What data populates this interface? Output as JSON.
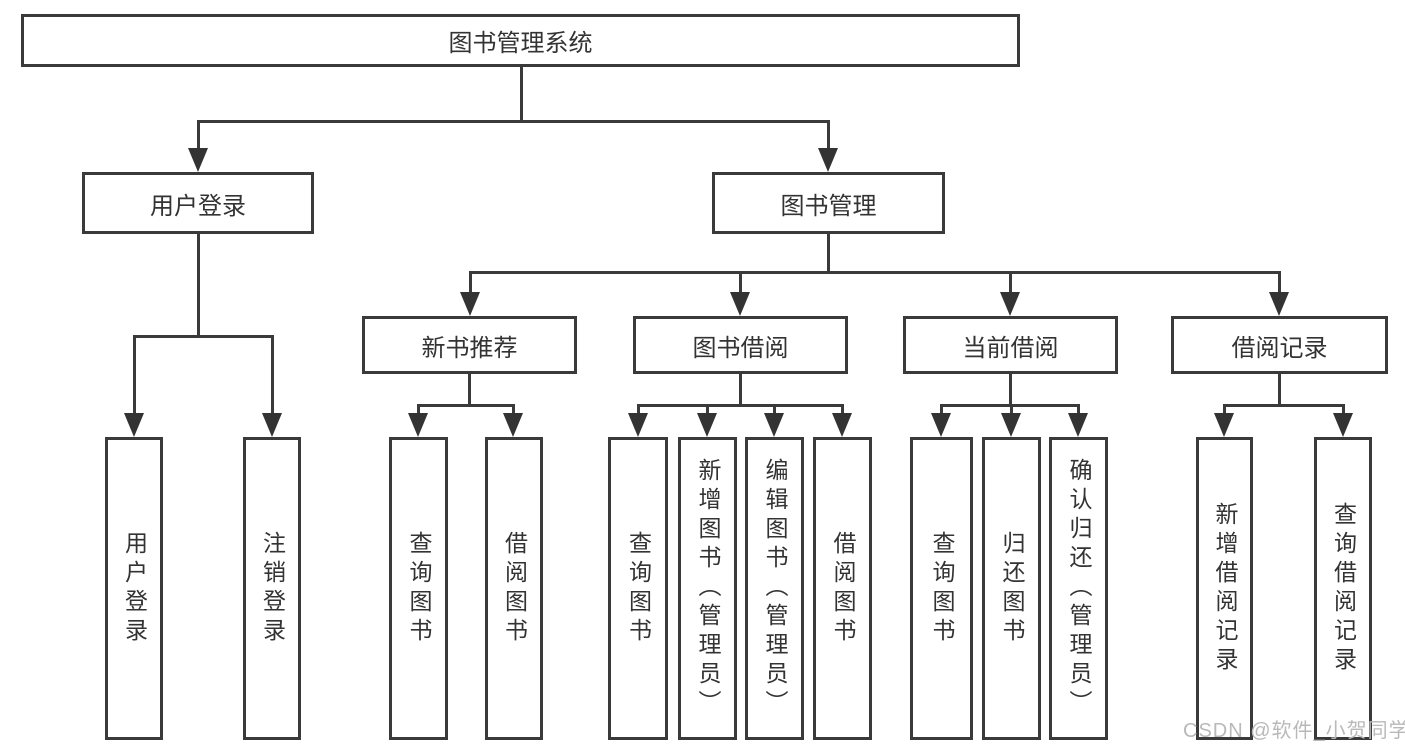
{
  "diagram": {
    "type": "tree",
    "root": {
      "label": "图书管理系统"
    },
    "branches": [
      {
        "label": "用户登录",
        "children": [
          {
            "label": "用户登录"
          },
          {
            "label": "注销登录"
          }
        ]
      },
      {
        "label": "图书管理",
        "children": [
          {
            "label": "新书推荐",
            "children": [
              {
                "label": "查询图书"
              },
              {
                "label": "借阅图书"
              }
            ]
          },
          {
            "label": "图书借阅",
            "children": [
              {
                "label": "查询图书"
              },
              {
                "label": "新增图书（管理员）"
              },
              {
                "label": "编辑图书（管理员）"
              },
              {
                "label": "借阅图书"
              }
            ]
          },
          {
            "label": "当前借阅",
            "children": [
              {
                "label": "查询图书"
              },
              {
                "label": "归还图书"
              },
              {
                "label": "确认归还（管理员）"
              }
            ]
          },
          {
            "label": "借阅记录",
            "children": [
              {
                "label": "新增借阅记录"
              },
              {
                "label": "查询借阅记录"
              }
            ]
          }
        ]
      }
    ]
  },
  "watermark": {
    "text": "CSDN @软件_小贺同学"
  },
  "colors": {
    "line": "#3a3a3a",
    "box_border": "#3a3a3a",
    "text": "#333333",
    "watermark": "#b9b9b9",
    "background": "#ffffff"
  }
}
